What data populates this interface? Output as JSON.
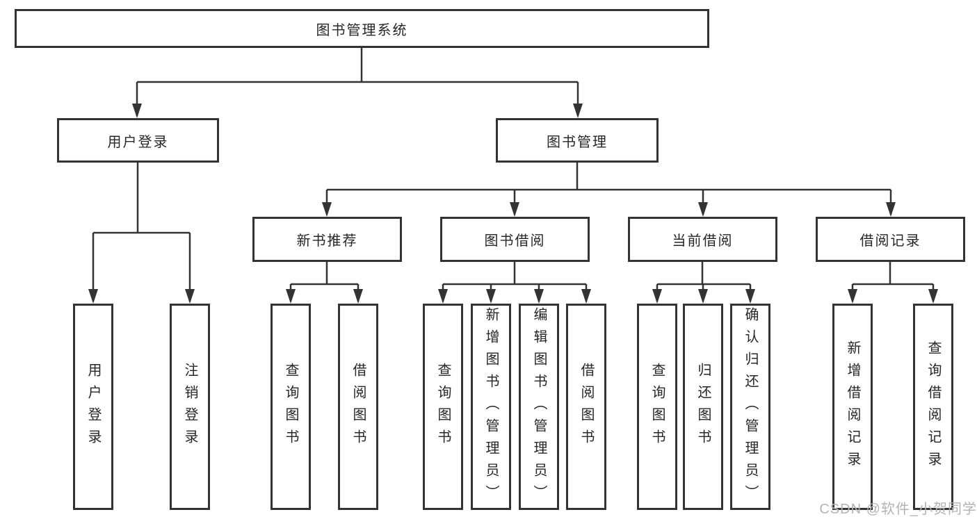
{
  "root": {
    "label": "图书管理系统"
  },
  "branches": {
    "user_login": {
      "label": "用户登录",
      "children": [
        "用户登录",
        "注销登录"
      ]
    },
    "book_management": {
      "label": "图书管理",
      "children": {
        "new_book_recommend": {
          "label": "新书推荐",
          "children": [
            "查询图书",
            "借阅图书"
          ]
        },
        "book_borrowing": {
          "label": "图书借阅",
          "children": [
            "查询图书",
            "新增图书（管理员）",
            "编辑图书（管理员）",
            "借阅图书"
          ]
        },
        "current_borrowing": {
          "label": "当前借阅",
          "children": [
            "查询图书",
            "归还图书",
            "确认归还（管理员）"
          ]
        },
        "borrowing_records": {
          "label": "借阅记录",
          "children": [
            "新增借阅记录",
            "查询借阅记录"
          ]
        }
      }
    }
  },
  "watermark": "CSDN @软件_小贺同学",
  "colors": {
    "line": "#333333",
    "box_border": "#333333",
    "text": "#262626",
    "watermark": "#b3b3b3",
    "background": "#ffffff"
  }
}
